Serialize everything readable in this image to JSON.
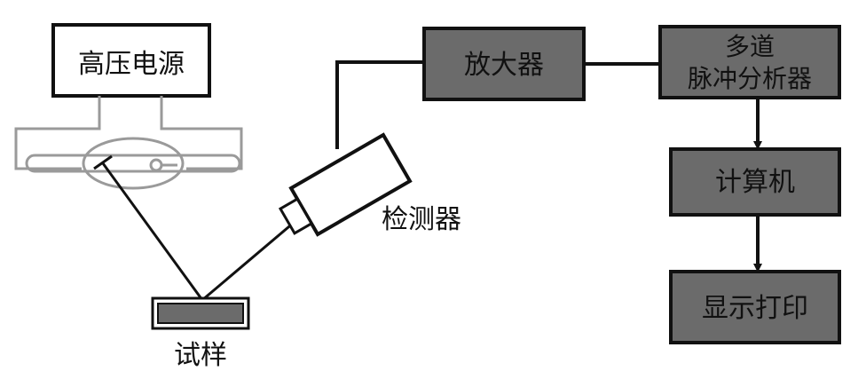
{
  "power_supply": {
    "label": "高压电源"
  },
  "amplifier": {
    "label": "放大器"
  },
  "mca": {
    "line1": "多道",
    "line2": "脉冲分析器"
  },
  "computer": {
    "label": "计算机"
  },
  "display": {
    "label": "显示打印"
  },
  "detector": {
    "label": "检测器"
  },
  "sample": {
    "label": "试样"
  },
  "colors": {
    "box_fill": "#6b6b6b",
    "stroke": "#111111",
    "tube_stroke": "#9a9a9a"
  }
}
